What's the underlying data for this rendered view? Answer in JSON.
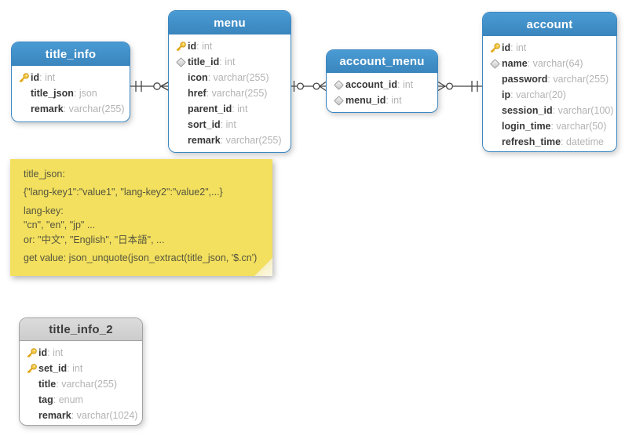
{
  "colors": {
    "table_header_blue": "#3f8fc8",
    "table_header_gray": "#d4d4d4",
    "note_yellow": "#f3e05e",
    "key_gold": "#f2c23e",
    "type_text_gray": "#b3b3b3"
  },
  "tables": [
    {
      "name": "title_info",
      "style": "blue",
      "columns": [
        {
          "icon": "key",
          "name": "id",
          "type": "int"
        },
        {
          "icon": "none",
          "name": "title_json",
          "type": "json"
        },
        {
          "icon": "none",
          "name": "remark",
          "type": "varchar(255)"
        }
      ]
    },
    {
      "name": "menu",
      "style": "blue",
      "columns": [
        {
          "icon": "key",
          "name": "id",
          "type": "int"
        },
        {
          "icon": "diamond",
          "name": "title_id",
          "type": "int"
        },
        {
          "icon": "none",
          "name": "icon",
          "type": "varchar(255)"
        },
        {
          "icon": "none",
          "name": "href",
          "type": "varchar(255)"
        },
        {
          "icon": "none",
          "name": "parent_id",
          "type": "int"
        },
        {
          "icon": "none",
          "name": "sort_id",
          "type": "int"
        },
        {
          "icon": "none",
          "name": "remark",
          "type": "varchar(255)"
        }
      ]
    },
    {
      "name": "account_menu",
      "style": "blue",
      "columns": [
        {
          "icon": "diamond",
          "name": "account_id",
          "type": "int"
        },
        {
          "icon": "diamond",
          "name": "menu_id",
          "type": "int"
        }
      ]
    },
    {
      "name": "account",
      "style": "blue",
      "columns": [
        {
          "icon": "key",
          "name": "id",
          "type": "int"
        },
        {
          "icon": "diamond",
          "name": "name",
          "type": "varchar(64)"
        },
        {
          "icon": "none",
          "name": "password",
          "type": "varchar(255)"
        },
        {
          "icon": "none",
          "name": "ip",
          "type": "varchar(20)"
        },
        {
          "icon": "none",
          "name": "session_id",
          "type": "varchar(100)"
        },
        {
          "icon": "none",
          "name": "login_time",
          "type": "varchar(50)"
        },
        {
          "icon": "none",
          "name": "refresh_time",
          "type": "datetime"
        }
      ]
    },
    {
      "name": "title_info_2",
      "style": "gray",
      "columns": [
        {
          "icon": "key",
          "name": "id",
          "type": "int"
        },
        {
          "icon": "key",
          "name": "set_id",
          "type": "int"
        },
        {
          "icon": "none",
          "name": "title",
          "type": "varchar(255)"
        },
        {
          "icon": "none",
          "name": "tag",
          "type": "enum"
        },
        {
          "icon": "none",
          "name": "remark",
          "type": "varchar(1024)"
        }
      ]
    }
  ],
  "note": {
    "lines": [
      "title_json:",
      "{\"lang-key1\":\"value1\", \"lang-key2\":\"value2\",...}",
      "lang-key:",
      "\"cn\", \"en\", \"jp\" ...",
      "or: \"中文\", \"English\", \"日本語\", ...",
      "get value: json_unquote(json_extract(title_json, '$.cn')"
    ]
  },
  "relations": [
    {
      "from": "title_info",
      "to": "menu",
      "from_cardinality": "exactly-one",
      "to_cardinality": "zero-or-many"
    },
    {
      "from": "menu",
      "to": "account_menu",
      "from_cardinality": "zero-or-one",
      "to_cardinality": "zero-or-many"
    },
    {
      "from": "account_menu",
      "to": "account",
      "from_cardinality": "zero-or-many",
      "to_cardinality": "exactly-one"
    }
  ]
}
